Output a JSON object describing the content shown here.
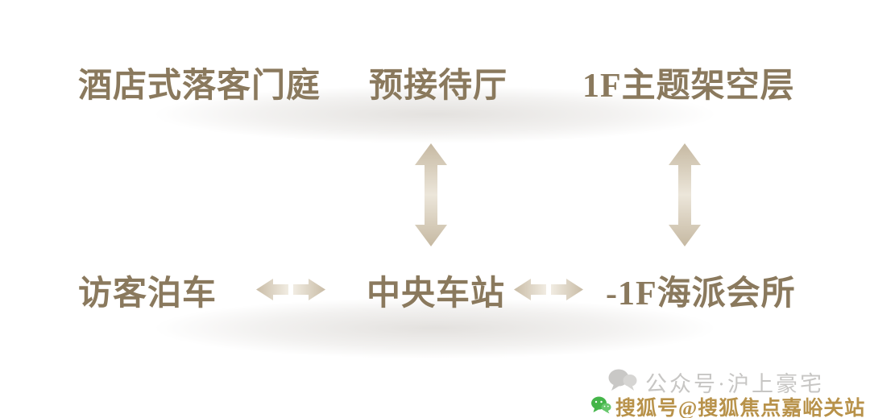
{
  "colors": {
    "label_text": "#8a795d",
    "arrow_dark": "#c9bca6",
    "arrow_light": "#efeade",
    "glow_gray": "#82786c",
    "watermark_gray": "#c7c6c4",
    "watermark_gold": "#b8924a",
    "wechat_green": "#44b549"
  },
  "diagram": {
    "top_row": [
      {
        "label": "酒店式落客门庭"
      },
      {
        "label": "预接待厅"
      },
      {
        "label": "1F主题架空层"
      }
    ],
    "bottom_row": [
      {
        "label": "访客泊车"
      },
      {
        "label": "中央车站"
      },
      {
        "label": "-1F海派会所"
      }
    ],
    "connections": [
      {
        "from": "预接待厅",
        "to": "中央车站",
        "type": "vertical-double-arrow"
      },
      {
        "from": "1F主题架空层",
        "to": "-1F海派会所",
        "type": "vertical-double-arrow"
      },
      {
        "from": "访客泊车",
        "to": "中央车站",
        "type": "horizontal-double-arrow"
      },
      {
        "from": "中央车站",
        "to": "-1F海派会所",
        "type": "horizontal-double-arrow"
      }
    ]
  },
  "watermark": {
    "line1": "公众号·沪上豪宅",
    "line2": "搜狐号@搜狐焦点嘉峪关站"
  }
}
